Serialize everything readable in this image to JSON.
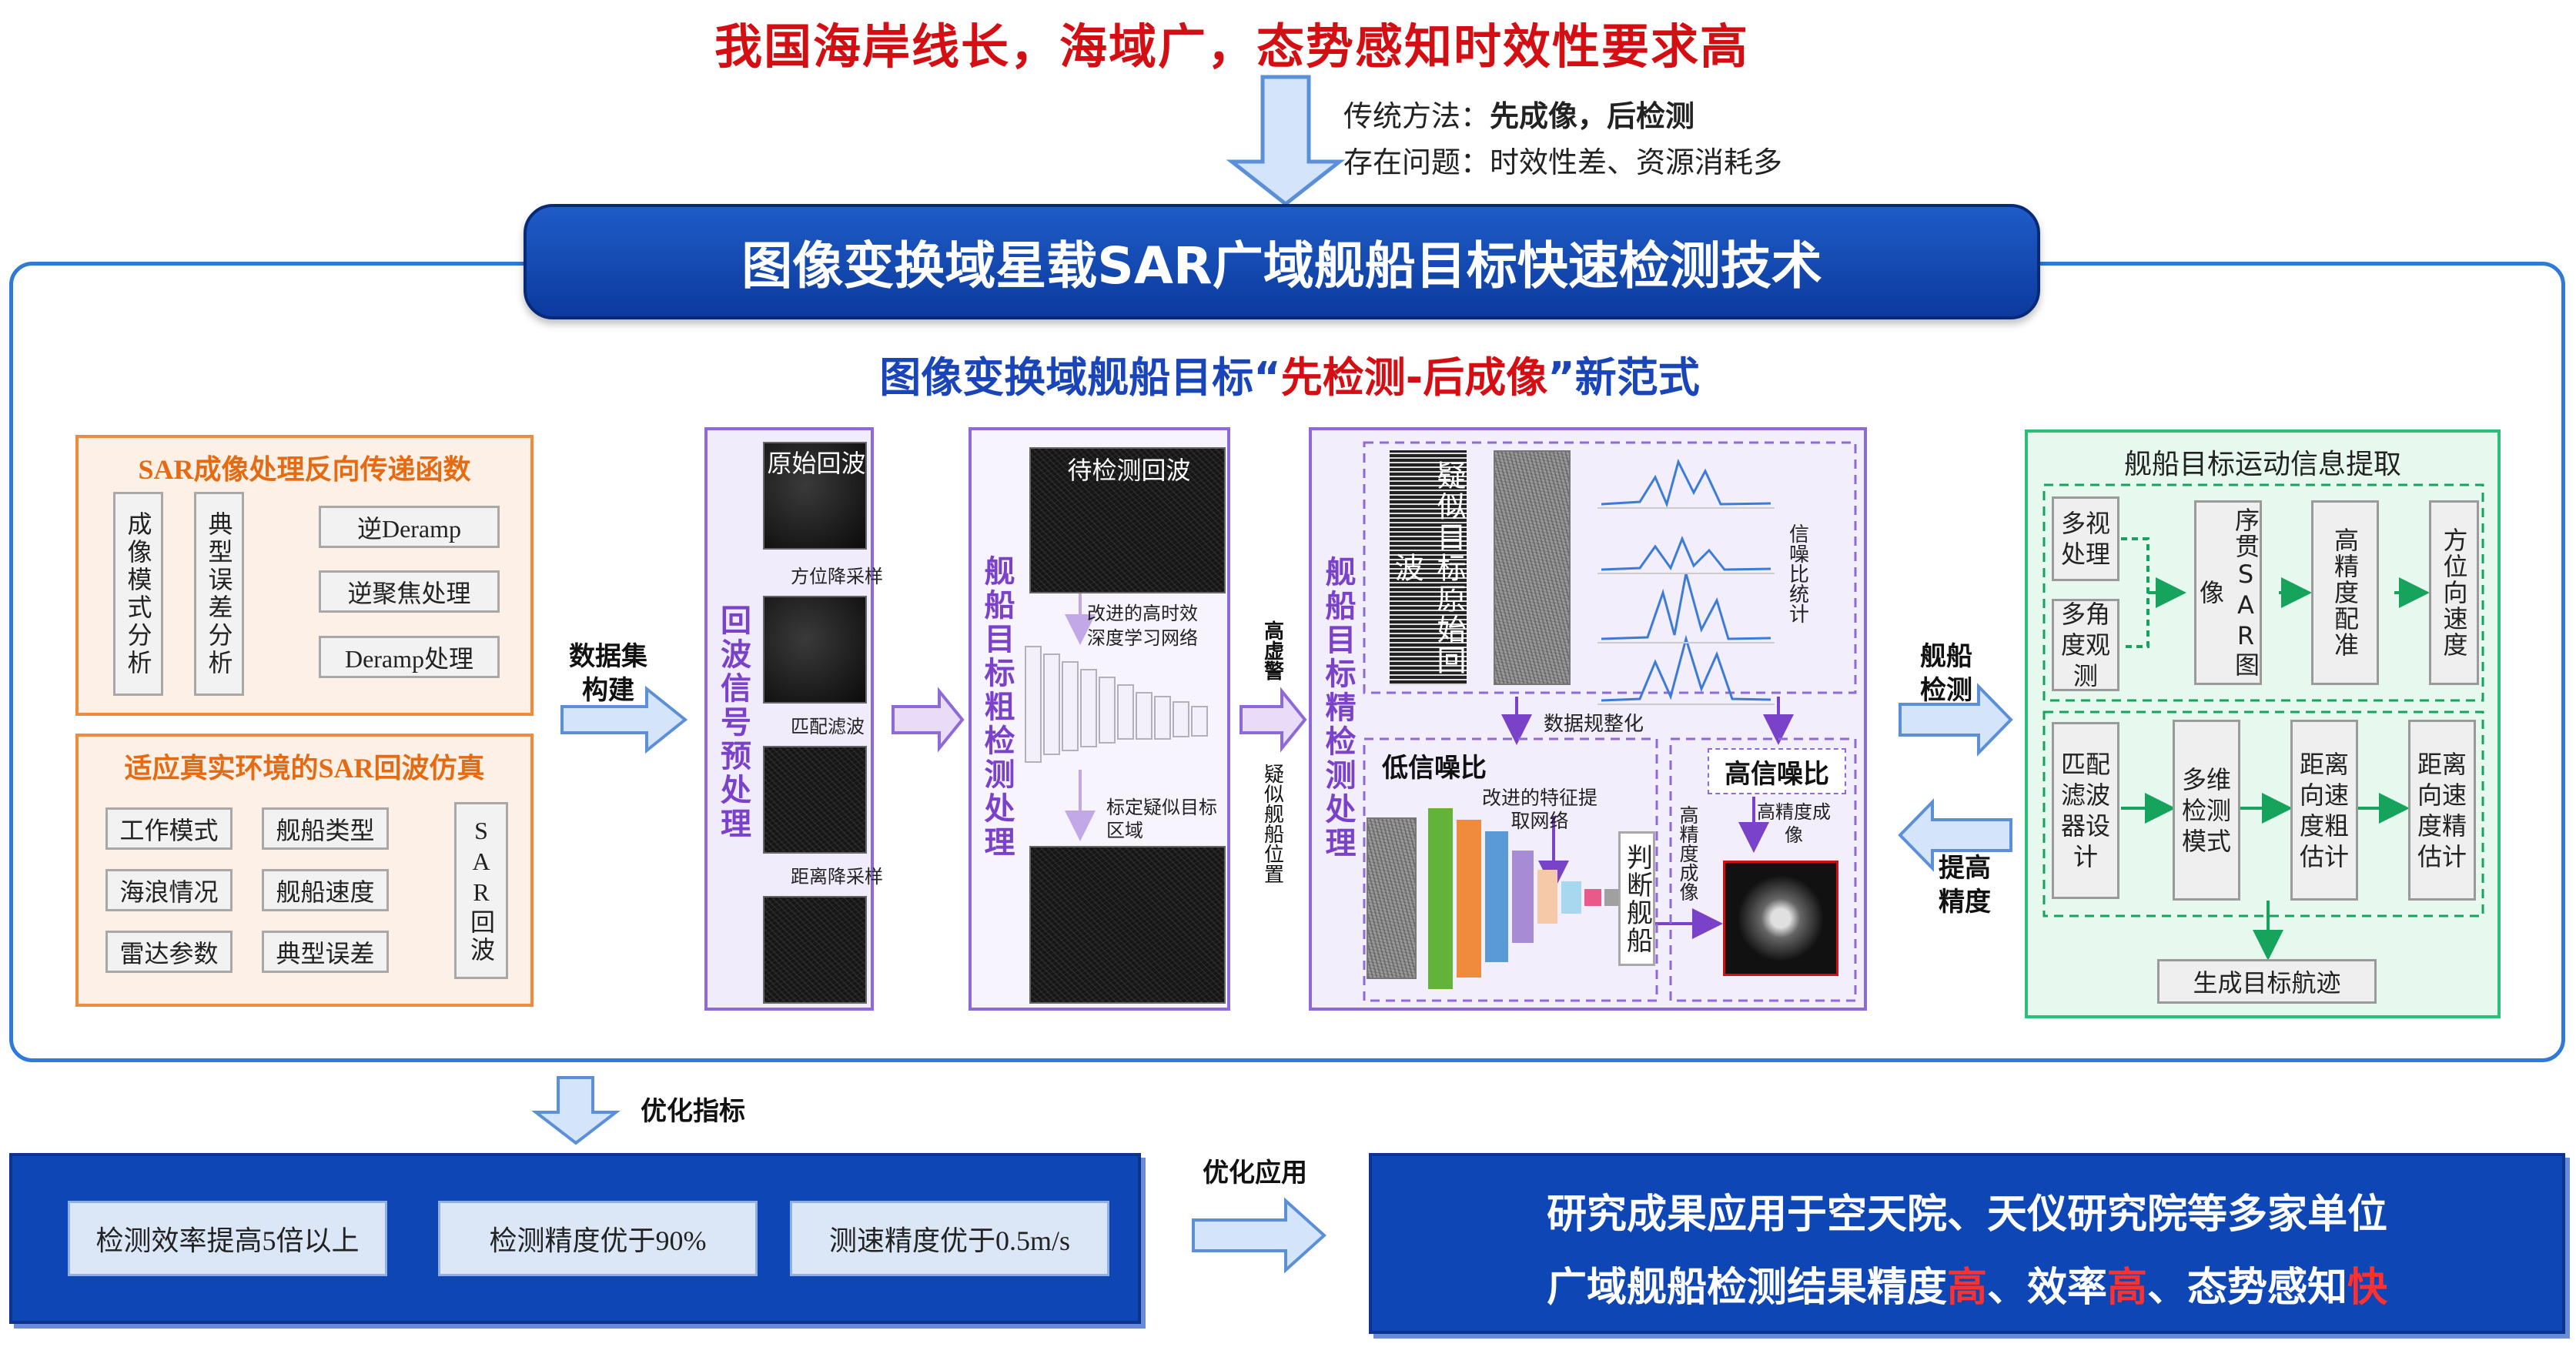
{
  "header": {
    "top_title": "我国海岸线长，海域广，态势感知时效性要求高",
    "traditional_prefix": "传统方法：",
    "traditional_method": "先成像，后检测",
    "problem_line": "存在问题：时效性差、资源消耗多",
    "banner": "图像变换域星载SAR广域舰船目标快速检测技术",
    "subtitle_pre": "图像变换域舰船目标“",
    "subtitle_red": "先检测-后成像",
    "subtitle_post": "”新范式"
  },
  "left_top": {
    "title": "SAR成像处理反向传递函数",
    "col1": "成像模式分析",
    "col2": "典型误差分析",
    "items": [
      "逆Deramp",
      "逆聚焦处理",
      "Deramp处理"
    ]
  },
  "left_bottom": {
    "title": "适应真实环境的SAR回波仿真",
    "grid": [
      "工作模式",
      "舰船类型",
      "海浪情况",
      "舰船速度",
      "雷达参数",
      "典型误差"
    ],
    "output": "SAR回波"
  },
  "arrows": {
    "dataset": "数据集构建",
    "high_false_alarm": "高虚警",
    "suspected_position": "疑似舰船位置",
    "ship_detection": "舰船检测",
    "improve_precision": "提高精度",
    "optimize_metrics": "优化指标",
    "optimize_application": "优化应用"
  },
  "echo_panel": {
    "title": "回波信号预处理",
    "img1": "原始回波",
    "step1": "方位降采样",
    "step2": "匹配滤波",
    "step3": "距离降采样"
  },
  "coarse_panel": {
    "title": "舰船目标粗检测处理",
    "img1": "待检测回波",
    "net": "改进的高时效深度学习网络",
    "mark": "标定疑似目标区域"
  },
  "fine_panel": {
    "title": "舰船目标精检测处理",
    "suspect": "疑似目标原始回波",
    "snr_stat": "信噪比统计",
    "normalize": "数据规整化",
    "low_snr": "低信噪比",
    "high_snr": "高信噪比",
    "feature_net": "改进的特征提取网络",
    "judge": "判断舰船",
    "hp_imaging_v": "高精度成像",
    "hp_imaging": "高精度成像"
  },
  "right_panel": {
    "title": "舰船目标运动信息提取",
    "multi_look": "多视处理",
    "multi_angle": "多角度观测",
    "seq_sar": "序贯SAR图像",
    "high_reg": "高精度配准",
    "azimuth_speed": "方位向速度",
    "matched_filter": "匹配滤波器设计",
    "multi_dim": "多维检测模式",
    "range_coarse": "距离向速度粗估计",
    "range_fine": "距离向速度精估计",
    "track": "生成目标航迹"
  },
  "bottom": {
    "metrics": [
      "检测效率提高5倍以上",
      "检测精度优于90%",
      "测速精度优于0.5m/s"
    ],
    "result_line1": "研究成果应用于空天院、天仪研究院等多家单位",
    "result_line2_a": "广域舰船检测结果精度",
    "result_line2_b": "高",
    "result_line2_c": "、效率",
    "result_line2_d": "高",
    "result_line2_e": "、态势感知",
    "result_line2_f": "快"
  },
  "colors": {
    "accent_red": "#d40f14",
    "banner_blue": "#0c3a9e",
    "frame_blue": "#2f79d8",
    "orange": "#f08a3c",
    "purple": "#8d6ad8",
    "green": "#2cbf7a"
  }
}
